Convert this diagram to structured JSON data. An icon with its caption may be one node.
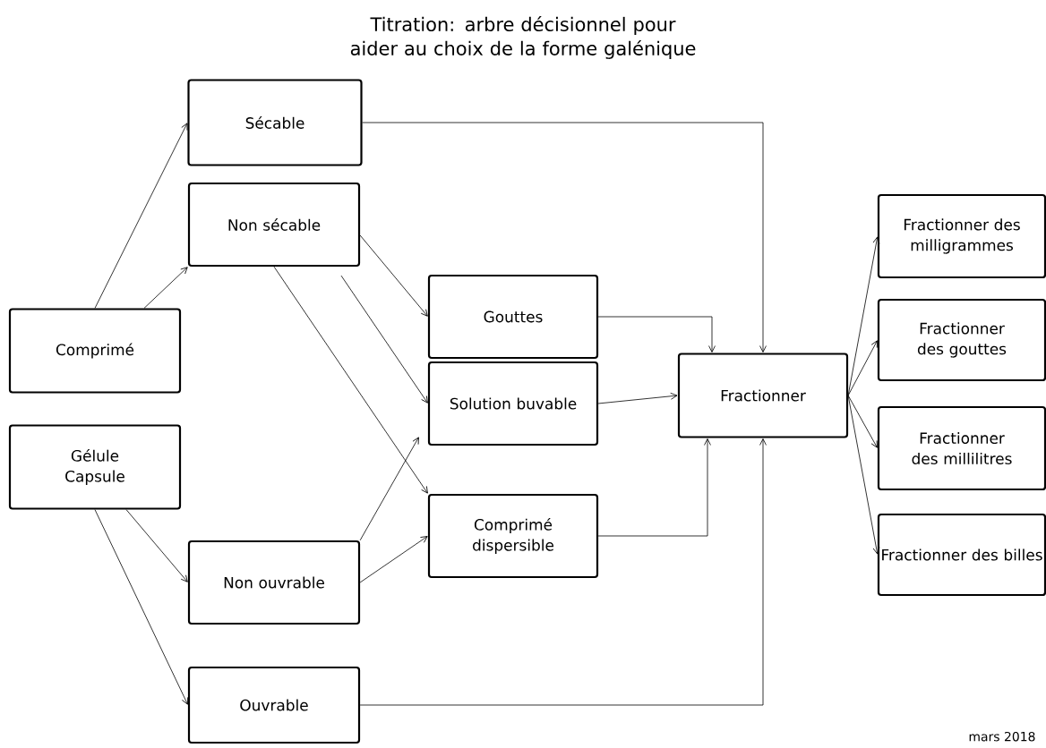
{
  "diagram": {
    "title": "Titration: arbre décisionnel pour aider au choix de la forme galénique",
    "nodes": [
      {
        "text": [
          "Sécable"
        ]
      },
      {
        "text": [
          "Non sécable"
        ]
      },
      {
        "text": [
          "Comprimé"
        ]
      },
      {
        "text": [
          "Gélule Capsule"
        ]
      },
      {
        "text": [
          "Gouttes"
        ]
      },
      {
        "text": [
          "Solution buvable"
        ]
      },
      {
        "text": [
          "Comprimé dispersible"
        ]
      },
      {
        "text": [
          "Non ouvrable"
        ]
      },
      {
        "text": [
          "Ouvrable"
        ]
      },
      {
        "text": [
          "Fractionner"
        ]
      },
      {
        "text": [
          "Fractionner des milligrammes"
        ]
      },
      {
        "text": [
          "Fractionner des gouttes"
        ]
      },
      {
        "text": [
          "Fractionner des millilitres"
        ]
      },
      {
        "text": [
          "Fractionner des billes"
        ]
      }
    ],
    "edges": [
      {
        "from": 2,
        "to": 0,
        "arrow": "to"
      },
      {
        "from": 2,
        "to": 1,
        "arrow": "to"
      },
      {
        "from": 3,
        "to": 7,
        "arrow": "to"
      },
      {
        "from": 3,
        "to": 8,
        "arrow": "to"
      },
      {
        "from": 1,
        "to": 4,
        "arrow": "to"
      },
      {
        "from": 1,
        "to": 5,
        "arrow": "to"
      },
      {
        "from": 1,
        "to": 6,
        "arrow": "to"
      },
      {
        "from": 7,
        "to": 5,
        "arrow": "to"
      },
      {
        "from": 7,
        "to": 6,
        "arrow": "to"
      },
      {
        "from": 0,
        "to": 9,
        "arrow": "to"
      },
      {
        "from": 4,
        "to": 9,
        "arrow": "to"
      },
      {
        "from": 5,
        "to": 9,
        "arrow": "to"
      },
      {
        "from": 6,
        "to": 9,
        "arrow": "to"
      },
      {
        "from": 8,
        "to": 9,
        "arrow": "to"
      },
      {
        "from": 9,
        "to": 10,
        "arrow": "to"
      },
      {
        "from": 9,
        "to": 11,
        "arrow": "to"
      },
      {
        "from": 9,
        "to": 12,
        "arrow": "to"
      },
      {
        "from": 9,
        "to": 13,
        "arrow": "to"
      }
    ],
    "labels": [
      "mars 2018"
    ]
  }
}
